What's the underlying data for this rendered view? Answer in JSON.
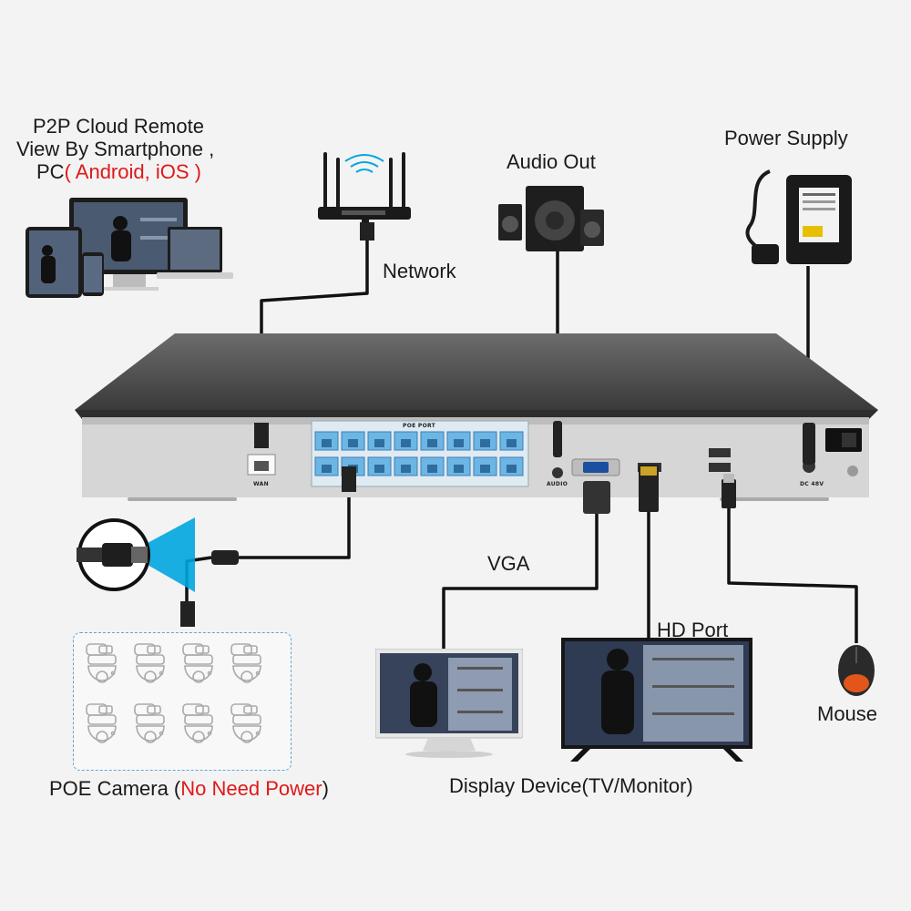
{
  "labels": {
    "p2p_line1": "P2P Cloud Remote",
    "p2p_line2": "View By Smartphone ,",
    "p2p_line3_prefix": "PC",
    "p2p_line3_red": "( Android, iOS )",
    "network": "Network",
    "audio_out": "Audio Out",
    "power_supply": "Power Supply",
    "vga": "VGA",
    "hd_port": "HD Port",
    "mouse": "Mouse",
    "display_device": "Display Device(TV/Monitor)",
    "poe_camera_prefix": "POE Camera (",
    "poe_camera_red": "No Need Power",
    "poe_camera_suffix": ")"
  },
  "nvr_panel": {
    "poe_port": "POE PORT",
    "wan": "WAN",
    "audio": "AUDIO",
    "dc": "DC 48V"
  },
  "colors": {
    "accent_red": "#e01818",
    "background": "#f3f3f3",
    "port_blue": "#6cb6e6",
    "cable": "#111111"
  },
  "icons": [
    "devices-icon",
    "router-icon",
    "speaker-icon",
    "power-adapter-icon",
    "camera-icon",
    "monitor-icon",
    "tv-icon",
    "mouse-icon",
    "nvr-device"
  ]
}
